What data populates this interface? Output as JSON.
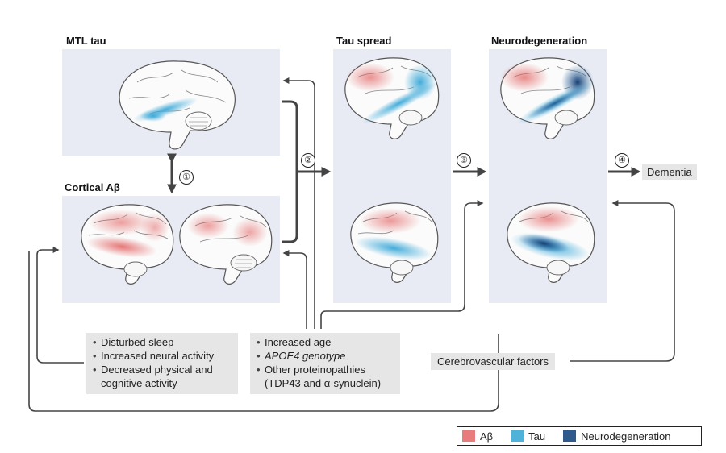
{
  "titles": {
    "mtl": "MTL tau",
    "cortical": "Cortical Aβ",
    "tau_spread": "Tau spread",
    "neurodegeneration": "Neurodegeneration"
  },
  "steps": [
    "①",
    "②",
    "③",
    "④"
  ],
  "outcome": "Dementia",
  "factors": {
    "left": [
      "Disturbed sleep",
      "Increased neural activity",
      "Decreased physical and cognitive activity"
    ],
    "middle": [
      "Increased age",
      "APOE4 genotype",
      "Other proteinopathies (TDP43 and α-synuclein)"
    ],
    "cerebrovascular": "Cerebrovascular factors"
  },
  "legend": [
    {
      "label": "Aβ",
      "color": "#e87c7c"
    },
    {
      "label": "Tau",
      "color": "#4fb3d9"
    },
    {
      "label": "Neurodegeneration",
      "color": "#2e5a8c"
    }
  ],
  "colors": {
    "panel_bg": "#e8ebf4",
    "abeta": "#e87c7c",
    "tau": "#4fb3d9",
    "neuro": "#1f4f85",
    "arrow": "#444444",
    "box_bg": "#e6e6e6"
  }
}
